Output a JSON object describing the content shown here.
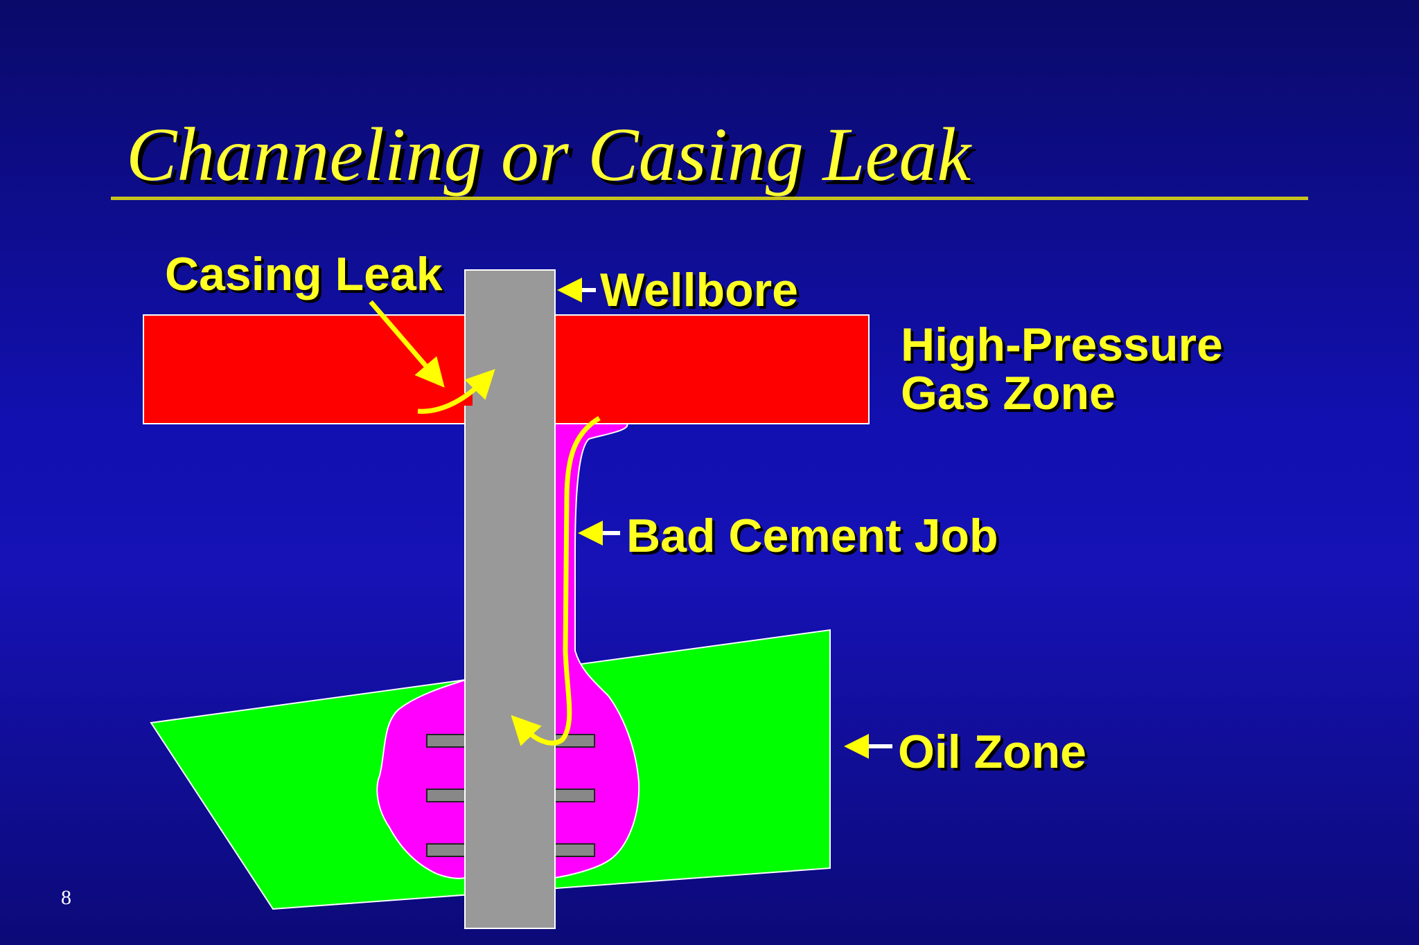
{
  "slide": {
    "title": "Channeling or Casing Leak",
    "page_number": "8"
  },
  "labels": {
    "casing_leak": "Casing Leak",
    "wellbore": "Wellbore",
    "high_pressure_gas_zone_line1": "High-Pressure",
    "high_pressure_gas_zone_line2": "Gas Zone",
    "bad_cement_job": "Bad Cement Job",
    "oil_zone": "Oil Zone"
  },
  "colors": {
    "background": "#1210b0",
    "text": "#ffff22",
    "gas_zone": "#ff0000",
    "oil_zone": "#00ff00",
    "cement_channel": "#ff00ff",
    "wellbore": "#999999",
    "flow_arrows": "#ffff00"
  }
}
